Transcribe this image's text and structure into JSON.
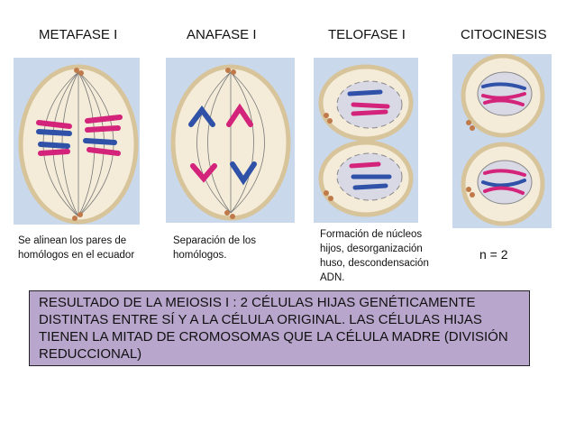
{
  "stages": [
    {
      "title": "METAFASE I",
      "caption": "Se alinean los pares de homólogos en el ecuador"
    },
    {
      "title": "ANAFASE I",
      "caption": "Separación de los homólogos."
    },
    {
      "title": "TELOFASE I",
      "caption": "Formación de núcleos hijos, desorganización huso, descondensación ADN."
    },
    {
      "title": "CITOCINESIS",
      "caption": "n = 2"
    }
  ],
  "result_text": "RESULTADO DE LA MEIOSIS I : 2 CÉLULAS HIJAS GENÉTICAMENTE DISTINTAS ENTRE SÍ Y A LA CÉLULA ORIGINAL. LAS CÉLULAS HIJAS TIENEN LA MITAD DE CROMOSOMAS QUE LA CÉLULA MADRE (DIVISIÓN REDUCCIONAL)",
  "colors": {
    "panel_bg": "#c9d8ea",
    "cell_fill": "#f4ecd8",
    "cell_border": "#d8c49a",
    "chromosome_pink": "#d4237a",
    "chromosome_blue": "#2f52a8",
    "result_bg": "#b8a6cc"
  }
}
